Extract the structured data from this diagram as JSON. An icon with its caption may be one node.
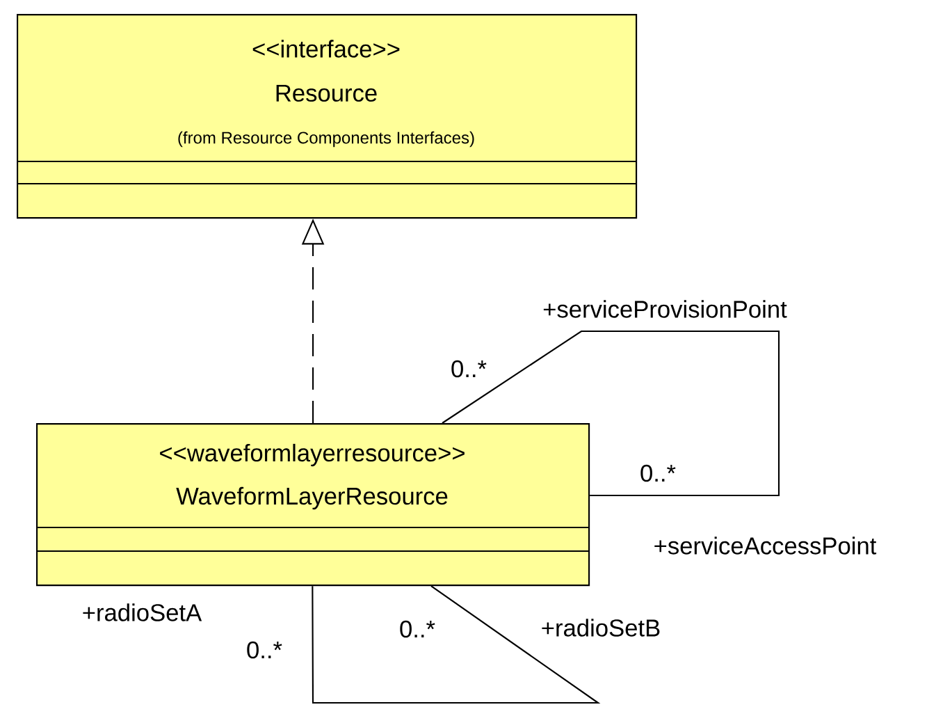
{
  "diagram": {
    "nodes": [
      {
        "text": [
          "<<interface>>",
          "Resource",
          "(from Resource Components Interfaces)"
        ]
      },
      {
        "text": [
          "<<waveformlayerresource>>",
          "WaveformLayerResource"
        ]
      }
    ],
    "edges": [
      {
        "from": 1,
        "to": 0,
        "arrow": "to",
        "style": "dashed"
      },
      {
        "from": 1,
        "to": 1,
        "arrow": "none"
      },
      {
        "from": 1,
        "to": 1,
        "arrow": "none"
      }
    ],
    "labels": [
      "+serviceProvisionPoint",
      "0..*",
      "0..*",
      "+serviceAccessPoint",
      "+radioSetA",
      "0..*",
      "0..*",
      "+radioSetB"
    ]
  }
}
